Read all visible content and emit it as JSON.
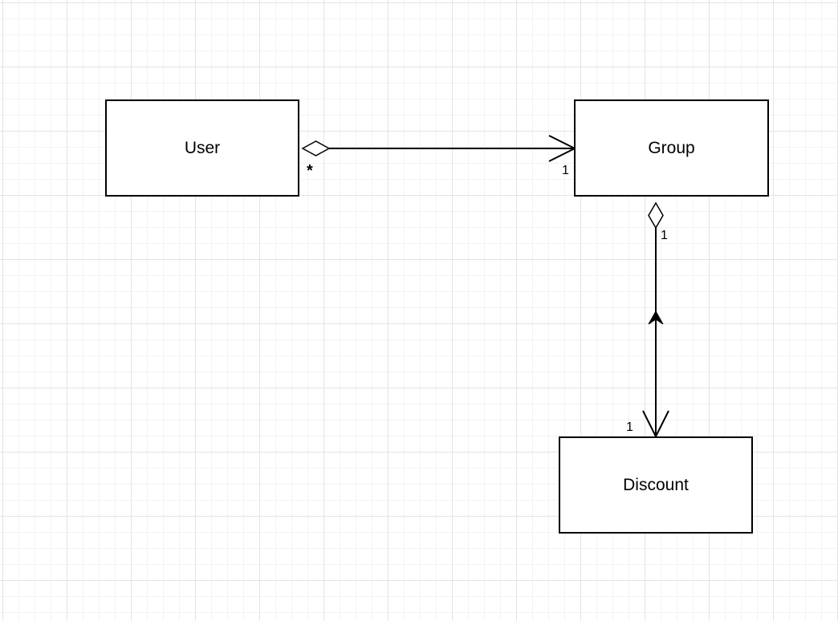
{
  "diagram": {
    "classes": {
      "user": "User",
      "group": "Group",
      "discount": "Discount"
    },
    "associations": [
      {
        "from": "User",
        "to": "Group",
        "type": "aggregation",
        "source_multiplicity": "*",
        "target_multiplicity": "1"
      },
      {
        "from": "Group",
        "to": "Discount",
        "type": "aggregation",
        "source_multiplicity": "1",
        "target_multiplicity": "1"
      }
    ]
  },
  "colors": {
    "stroke": "#000000",
    "fill": "#ffffff",
    "grid_major": "#e4e4e4",
    "grid_minor": "#f3f3f3"
  }
}
